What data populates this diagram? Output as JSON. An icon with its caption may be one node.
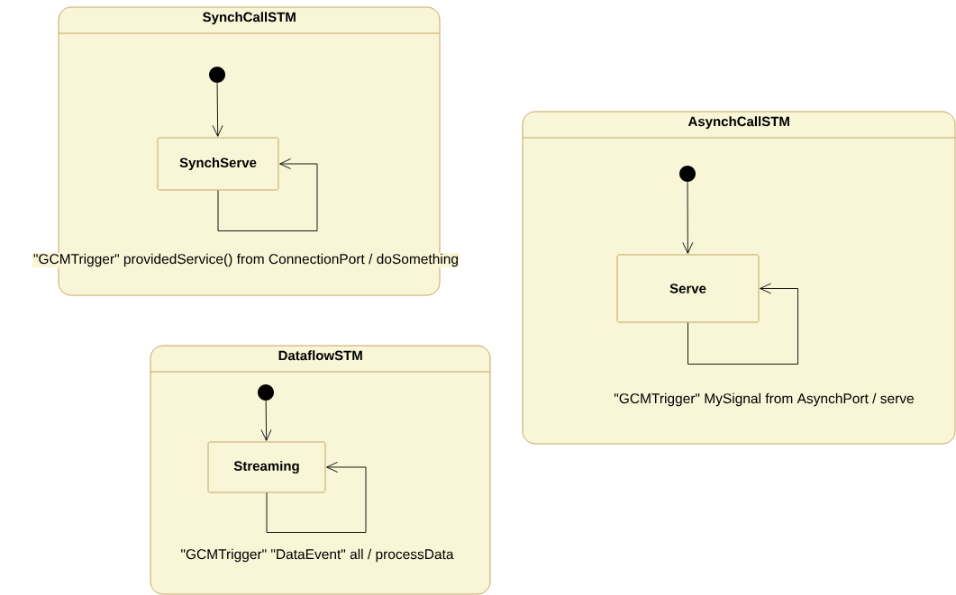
{
  "diagram": {
    "nodes": [
      {
        "text": [
          "SynchCallSTM"
        ]
      },
      {
        "text": [],
        "shape": "circle",
        "in": 0
      },
      {
        "text": [
          "SynchServe"
        ],
        "in": 0
      },
      {
        "text": [
          "AsynchCallSTM"
        ]
      },
      {
        "text": [],
        "shape": "circle",
        "in": 3
      },
      {
        "text": [
          "Serve"
        ],
        "in": 3
      },
      {
        "text": [
          "DataflowSTM"
        ]
      },
      {
        "text": [],
        "shape": "circle",
        "in": 6
      },
      {
        "text": [
          "Streaming"
        ],
        "in": 6
      }
    ],
    "edges": [
      {
        "from": 1,
        "to": 2,
        "arrow": "to"
      },
      {
        "from": 2,
        "to": 2,
        "arrow": "to",
        "label": "\"GCMTrigger\" providedService() from ConnectionPort / doSomething"
      },
      {
        "from": 4,
        "to": 5,
        "arrow": "to"
      },
      {
        "from": 5,
        "to": 5,
        "arrow": "to",
        "label": "\"GCMTrigger\" MySignal from AsynchPort / serve"
      },
      {
        "from": 7,
        "to": 8,
        "arrow": "to"
      },
      {
        "from": 8,
        "to": 8,
        "arrow": "to",
        "label": "\"GCMTrigger\" \"DataEvent\" all / processData"
      }
    ]
  }
}
